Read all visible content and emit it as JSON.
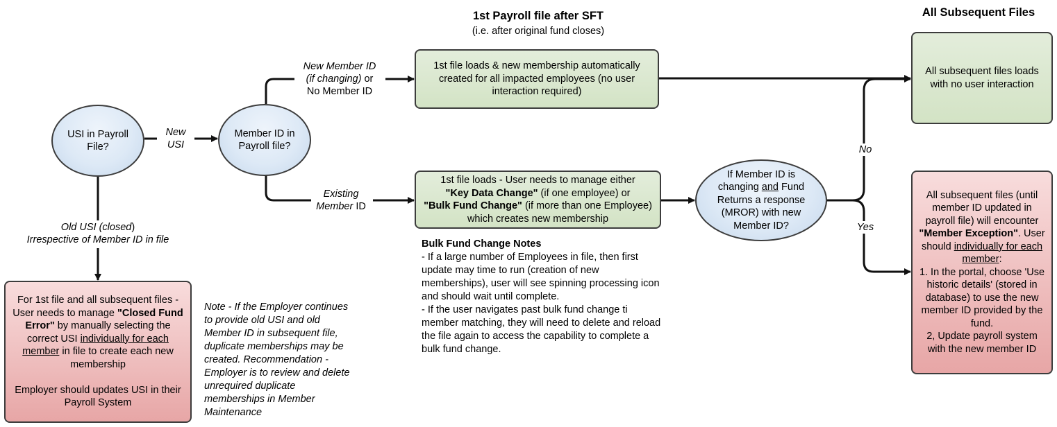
{
  "headers": {
    "first_file_title": "1st Payroll file after SFT",
    "first_file_subtitle": "(i.e. after original fund closes)",
    "subsequent_title": "All Subsequent Files"
  },
  "nodes": {
    "usi_question": "USI in Payroll File?",
    "member_id_question": "Member ID in Payroll file?",
    "auto_membership": "1st file loads & new membership automatically created for all impacted employees (no user interaction required)",
    "manage_change": {
      "l1": "1st file loads - User needs to manage either",
      "key": "\"Key Data Change\"",
      "l2": " (if one employee) or",
      "bulk": "\"Bulk Fund Change\"",
      "l3": " (if more than one Employee) which creates new membership"
    },
    "fund_response": {
      "a": "If Member ID is changing ",
      "and": "and",
      "b": " Fund Returns a response (MROR) with new Member ID?"
    },
    "subsequent_no_interaction": "All subsequent files loads with no user interaction",
    "member_exception": {
      "a": "All subsequent files (until member ID updated in payroll file) will encounter ",
      "bold": "\"Member Exception\"",
      "b": ". User should ",
      "underline": "individually for each member",
      "c": ":",
      "step1": "1. In the portal, choose 'Use historic details' (stored in database) to use the new member ID provided by the fund.",
      "step2": "2, Update payroll system with the new member ID"
    },
    "closed_fund": {
      "a": "For 1st file and all subsequent files - User needs to manage ",
      "bold": "\"Closed Fund Error\"",
      "b": " by manually selecting the correct USI ",
      "underline": "individually for each member",
      "c": " in file to create each new membership",
      "d": "Employer should updates USI in their Payroll System"
    }
  },
  "edge_labels": {
    "new_usi_1": "New",
    "new_usi_2": "USI",
    "new_member_1": "New Member ID",
    "new_member_2": "(if changing)",
    "new_member_2b": " or",
    "new_member_3": "No Member ID",
    "existing_1": "Existing",
    "existing_2a": "Member",
    "existing_2b": " ID",
    "old_usi_1a": "Old USI (closed",
    "old_usi_1b": ")",
    "old_usi_2": "Irrespective of Member ID in file",
    "no": "No",
    "yes": "Yes"
  },
  "bulk_notes": {
    "title": "Bulk Fund Change Notes",
    "lines": [
      "- If a large number of Employees in file, then first",
      "update may time to run (creation of new",
      "memberships), user will see spinning processing icon",
      "and should wait until complete.",
      "- If the user navigates past bulk fund change ti",
      "member matching, they will need to delete and reload",
      "the file again to access the capability to complete a",
      "bulk fund change."
    ]
  },
  "employer_note": {
    "lines": [
      "Note - If the Employer continues",
      "to provide old USI and old",
      "Member ID in subsequent file,",
      "duplicate memberships may be",
      "created. Recommendation -",
      "Employer is to review and delete",
      "unrequired duplicate",
      "memberships in Member",
      "Maintenance"
    ]
  },
  "colors": {
    "decision_fill": "#dde9f6",
    "success_fill": "#d9e8cc",
    "error_fill": "#eab4b4",
    "stroke": "#222222"
  }
}
